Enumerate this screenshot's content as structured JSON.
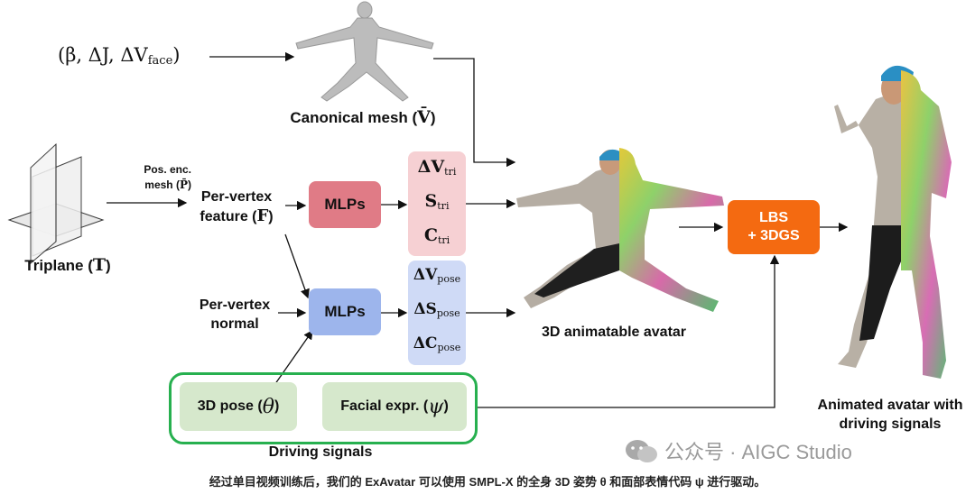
{
  "inputs": {
    "params_label": "(β, ΔJ, ΔV",
    "params_sub": "face",
    "params_close": ")"
  },
  "canonical": {
    "label_prefix": "Canonical mesh (",
    "symbol": "V̄",
    "label_suffix": ")"
  },
  "triplane": {
    "label_prefix": "Triplane (",
    "symbol": "T",
    "label_suffix": ")"
  },
  "pos_enc": {
    "line1": "Pos. enc.",
    "line2_prefix": "mesh (",
    "symbol": "P̄",
    "line2_suffix": ")"
  },
  "per_vertex_feature": {
    "line1": "Per-vertex",
    "line2_prefix": "feature (",
    "symbol": "F",
    "line2_suffix": ")"
  },
  "per_vertex_normal": {
    "line1": "Per-vertex",
    "line2": "normal"
  },
  "mlp_top": {
    "label": "MLPs"
  },
  "mlp_bottom": {
    "label": "MLPs"
  },
  "outputs_tri": [
    {
      "symbol": "ΔV",
      "sub": "tri"
    },
    {
      "symbol": "S",
      "sub": "tri"
    },
    {
      "symbol": "C",
      "sub": "tri"
    }
  ],
  "outputs_pose": [
    {
      "symbol": "ΔV",
      "sub": "pose"
    },
    {
      "symbol": "ΔS",
      "sub": "pose"
    },
    {
      "symbol": "ΔC",
      "sub": "pose"
    }
  ],
  "avatar_label": "3D animatable avatar",
  "lbs": {
    "line1": "LBS",
    "line2": "+ 3DGS"
  },
  "animated_label": {
    "line1": "Animated avatar with",
    "line2": "driving signals"
  },
  "driving": {
    "pose_prefix": "3D pose (",
    "pose_symbol": "θ",
    "pose_suffix": ")",
    "expr_prefix": "Facial expr. (",
    "expr_symbol": "ψ",
    "expr_suffix": ")",
    "frame_label": "Driving signals"
  },
  "watermark": "公众号 · AIGC Studio",
  "caption": "经过单目视频训练后，我们的 ExAvatar 可以使用 SMPL-X 的全身 3D 姿势 θ 和面部表情代码 ψ 进行驱动。",
  "colors": {
    "mlp_red": "#e07b86",
    "mlp_blue": "#9db5ec",
    "lbs_orange": "#f46a11",
    "frame_green": "#27b04f"
  }
}
